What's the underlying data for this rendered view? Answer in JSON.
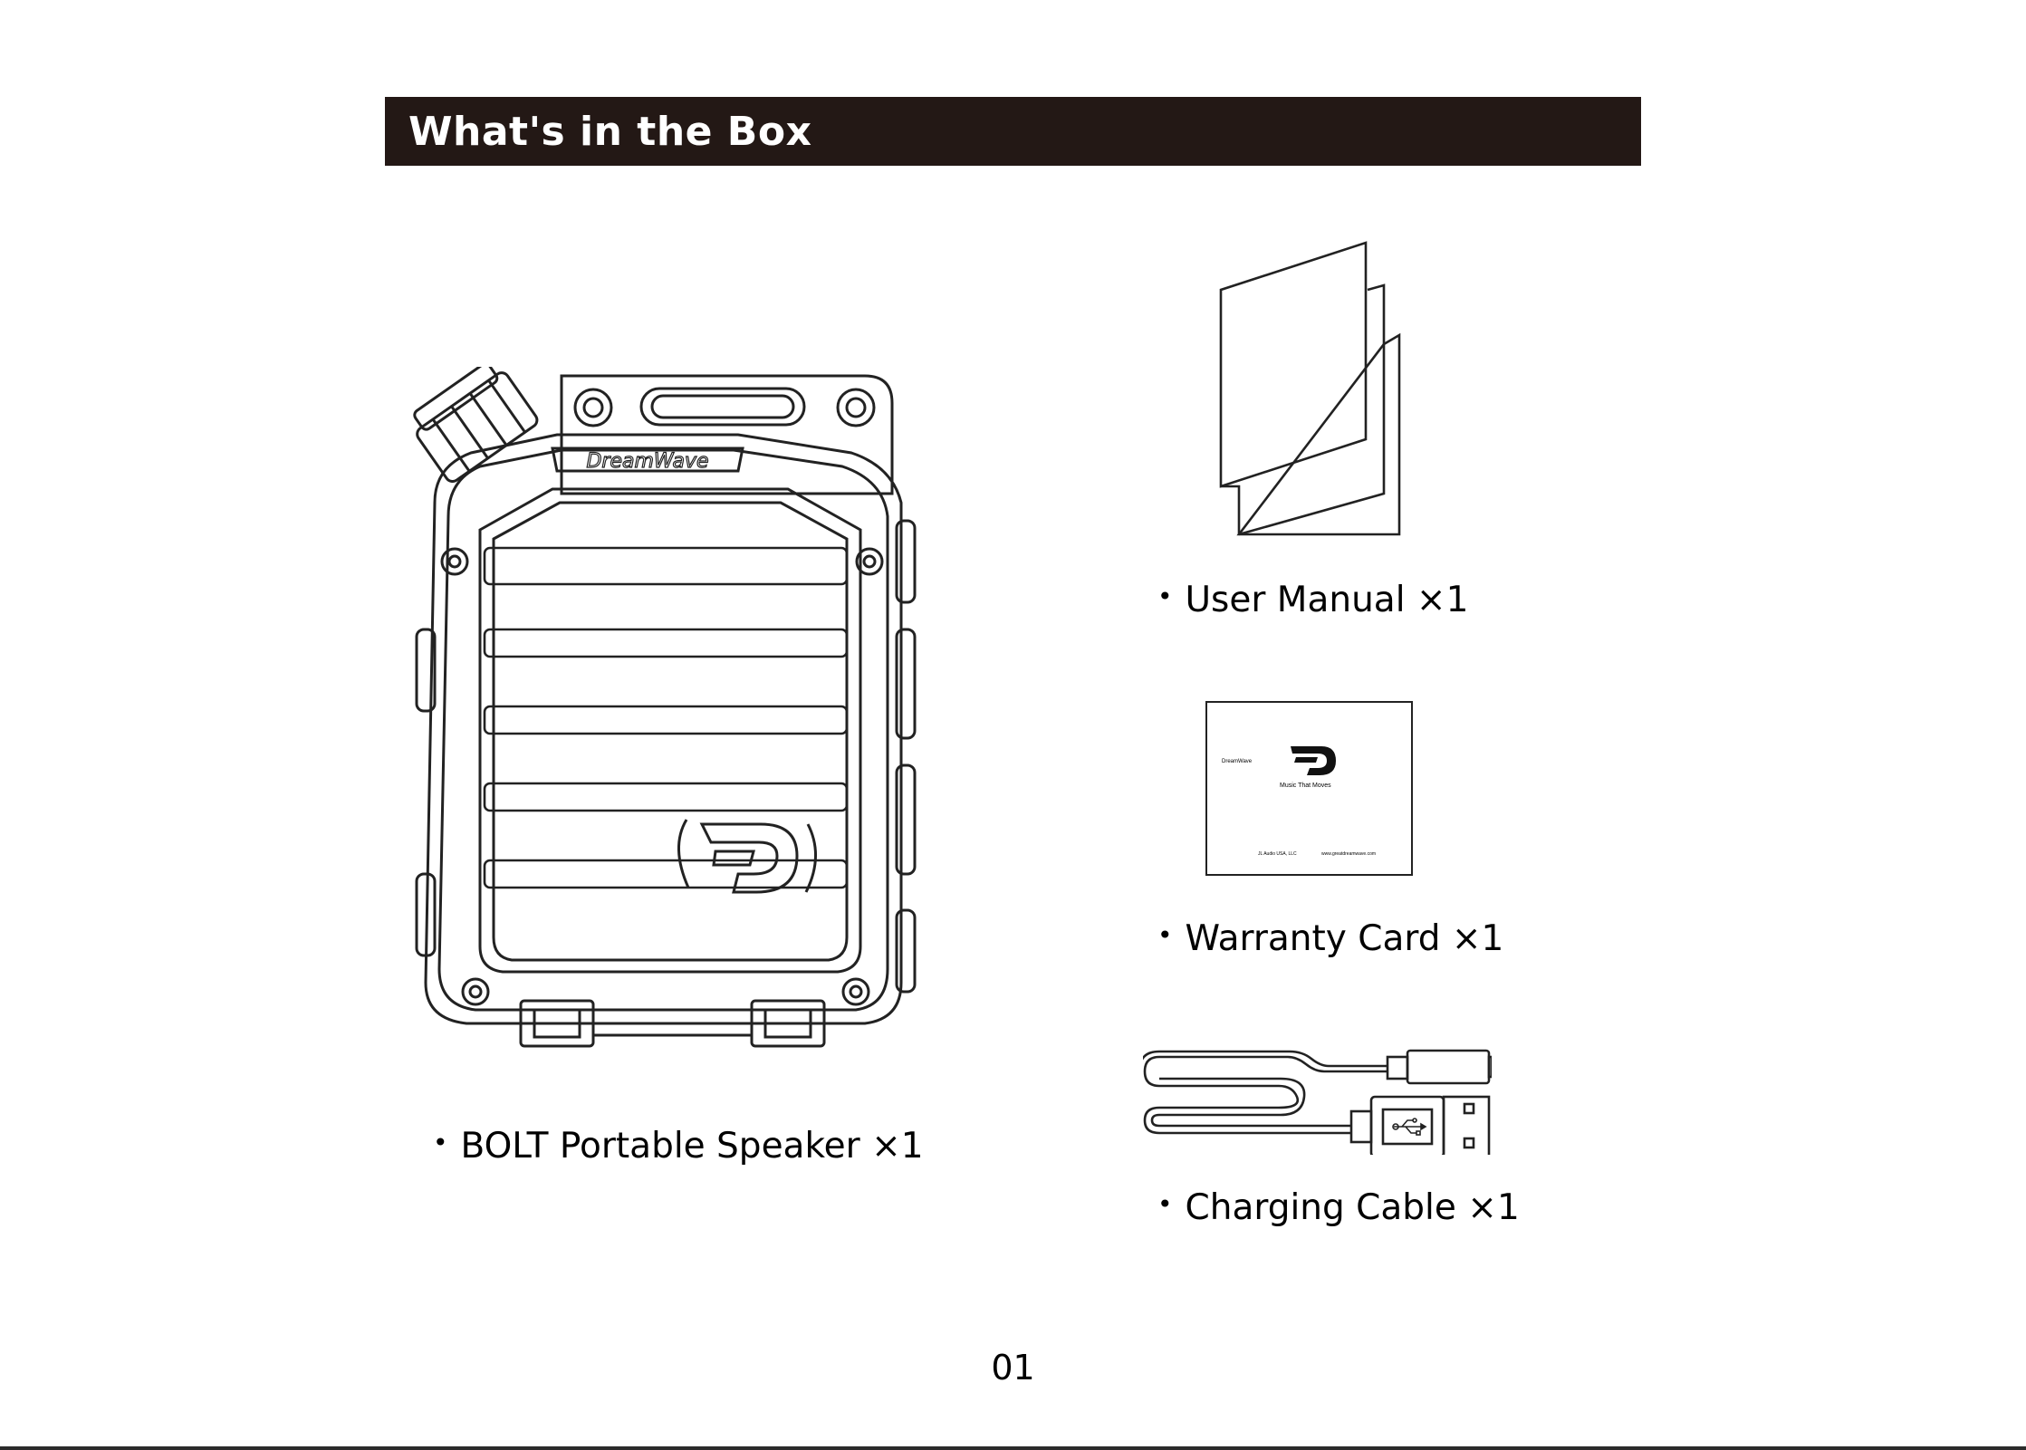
{
  "header": {
    "title": "What's in the Box"
  },
  "items": [
    {
      "label": "BOLT Portable Speaker ×1",
      "bullet": "•"
    },
    {
      "label": "User Manual ×1",
      "bullet": "•"
    },
    {
      "label": "Warranty Card ×1",
      "bullet": "•"
    },
    {
      "label": "Charging Cable ×1",
      "bullet": "•"
    }
  ],
  "speaker": {
    "brand_text": "DreamWave"
  },
  "warranty_card": {
    "brand_small": "DreamWave",
    "tagline": "Music That Moves",
    "footer_left": "JL Audio USA, LLC",
    "footer_right": "www.greatdreamwave.com"
  },
  "page": {
    "number": "01"
  },
  "colors": {
    "header_bg": "#231815",
    "header_text": "#ffffff",
    "line": "#222222"
  },
  "icons": [
    "speaker-illustration",
    "manual-icon",
    "warranty-card-icon",
    "usb-cable-icon",
    "usb-symbol-icon"
  ]
}
